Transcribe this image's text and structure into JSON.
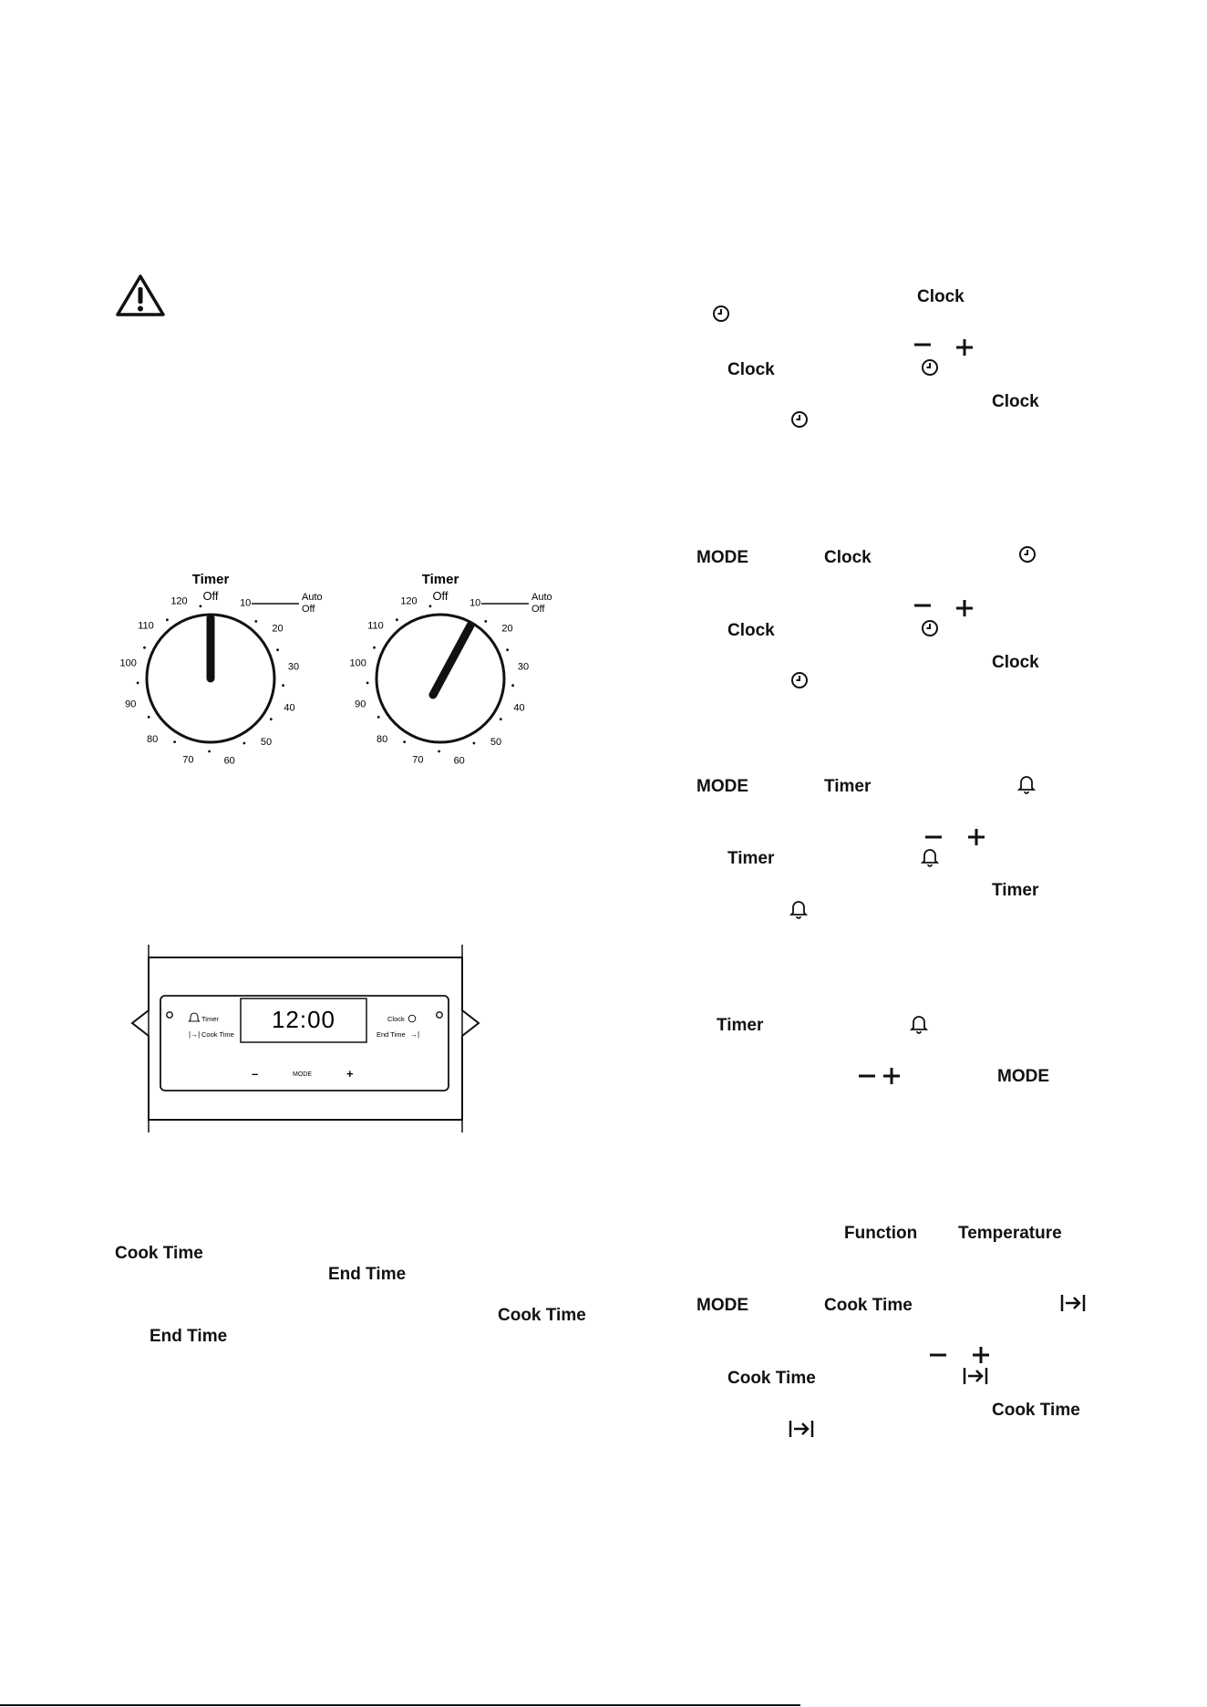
{
  "left": {
    "dial_left": {
      "title": "Timer",
      "title_sub": "Off",
      "auto_label": "Auto",
      "auto_sub": "Off",
      "ticks": [
        "120",
        "110",
        "100",
        "90",
        "80",
        "70",
        "60",
        "50",
        "40",
        "30",
        "20",
        "10"
      ]
    },
    "dial_right": {
      "title": "Timer",
      "title_sub": "Off",
      "auto_label": "Auto",
      "auto_sub": "Off",
      "ticks": [
        "120",
        "110",
        "100",
        "90",
        "80",
        "70",
        "60",
        "50",
        "40",
        "30",
        "20",
        "10"
      ]
    },
    "panel": {
      "display": "12:00",
      "timer_label": "Timer",
      "cook_time_label": "Cook Time",
      "clock_label": "Clock",
      "end_time_label": "End Time",
      "minus": "–",
      "mode": "MODE",
      "plus": "+"
    },
    "text": {
      "cook_time_1": "Cook Time",
      "end_time_1": "End Time",
      "cook_time_2": "Cook Time",
      "end_time_2": "End Time"
    }
  },
  "right": {
    "clock_1": "Clock",
    "clock_2": "Clock",
    "clock_3": "Clock",
    "mode_1": "MODE",
    "clock_4": "Clock",
    "clock_5": "Clock",
    "clock_6": "Clock",
    "mode_2": "MODE",
    "timer_1": "Timer",
    "timer_2": "Timer",
    "timer_3": "Timer",
    "timer_4": "Timer",
    "mode_3": "MODE",
    "function": "Function",
    "temperature": "Temperature",
    "mode_4": "MODE",
    "cook_time_1": "Cook Time",
    "cook_time_2": "Cook Time",
    "cook_time_3": "Cook Time"
  }
}
